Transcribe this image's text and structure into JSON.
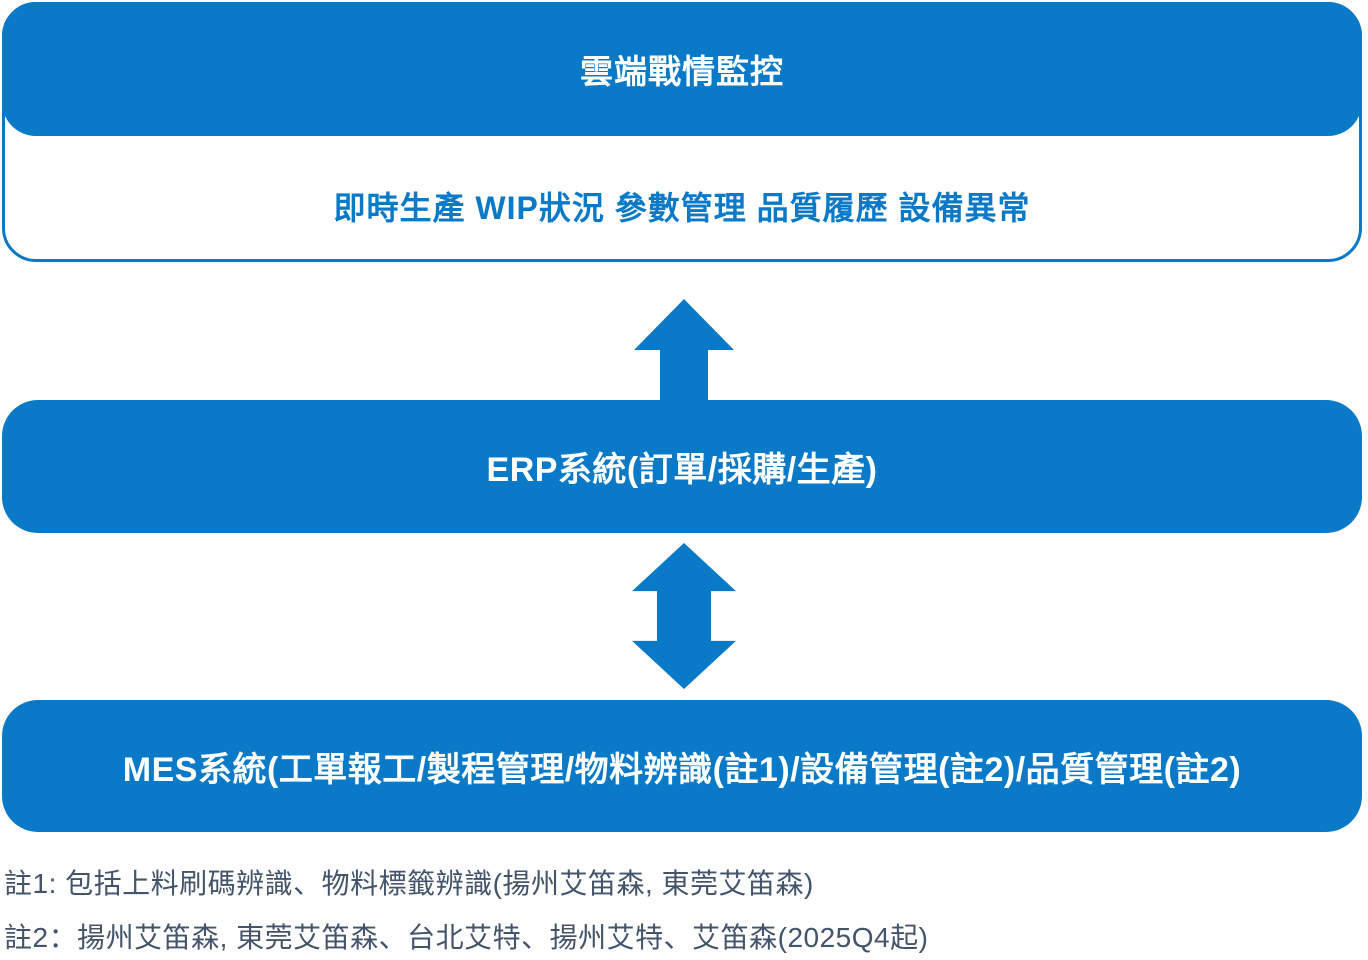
{
  "colors": {
    "primary_blue": "#0A7AC8",
    "box_text_white": "#FFFFFF",
    "footnote_text": "#44546A",
    "background": "#FFFFFF"
  },
  "cloud_section": {
    "title": "雲端戰情監控",
    "features": "即時生產 WIP狀況 參數管理 品質履歷 設備異常"
  },
  "erp": {
    "label": "ERP系統(訂單/採購/生產)"
  },
  "mes": {
    "label": "MES系統(工單報工/製程管理/物料辨識(註1)/設備管理(註2)/品質管理(註2)"
  },
  "connectors": {
    "top_arrow": "up-arrow",
    "bottom_arrow": "double-vertical-arrow"
  },
  "notes": {
    "note1": "註1: 包括上料刷碼辨識、物料標籤辨識(揚州艾笛森, 東莞艾笛森)",
    "note2": "註2：揚州艾笛森, 東莞艾笛森、台北艾特、揚州艾特、艾笛森(2025Q4起)"
  }
}
